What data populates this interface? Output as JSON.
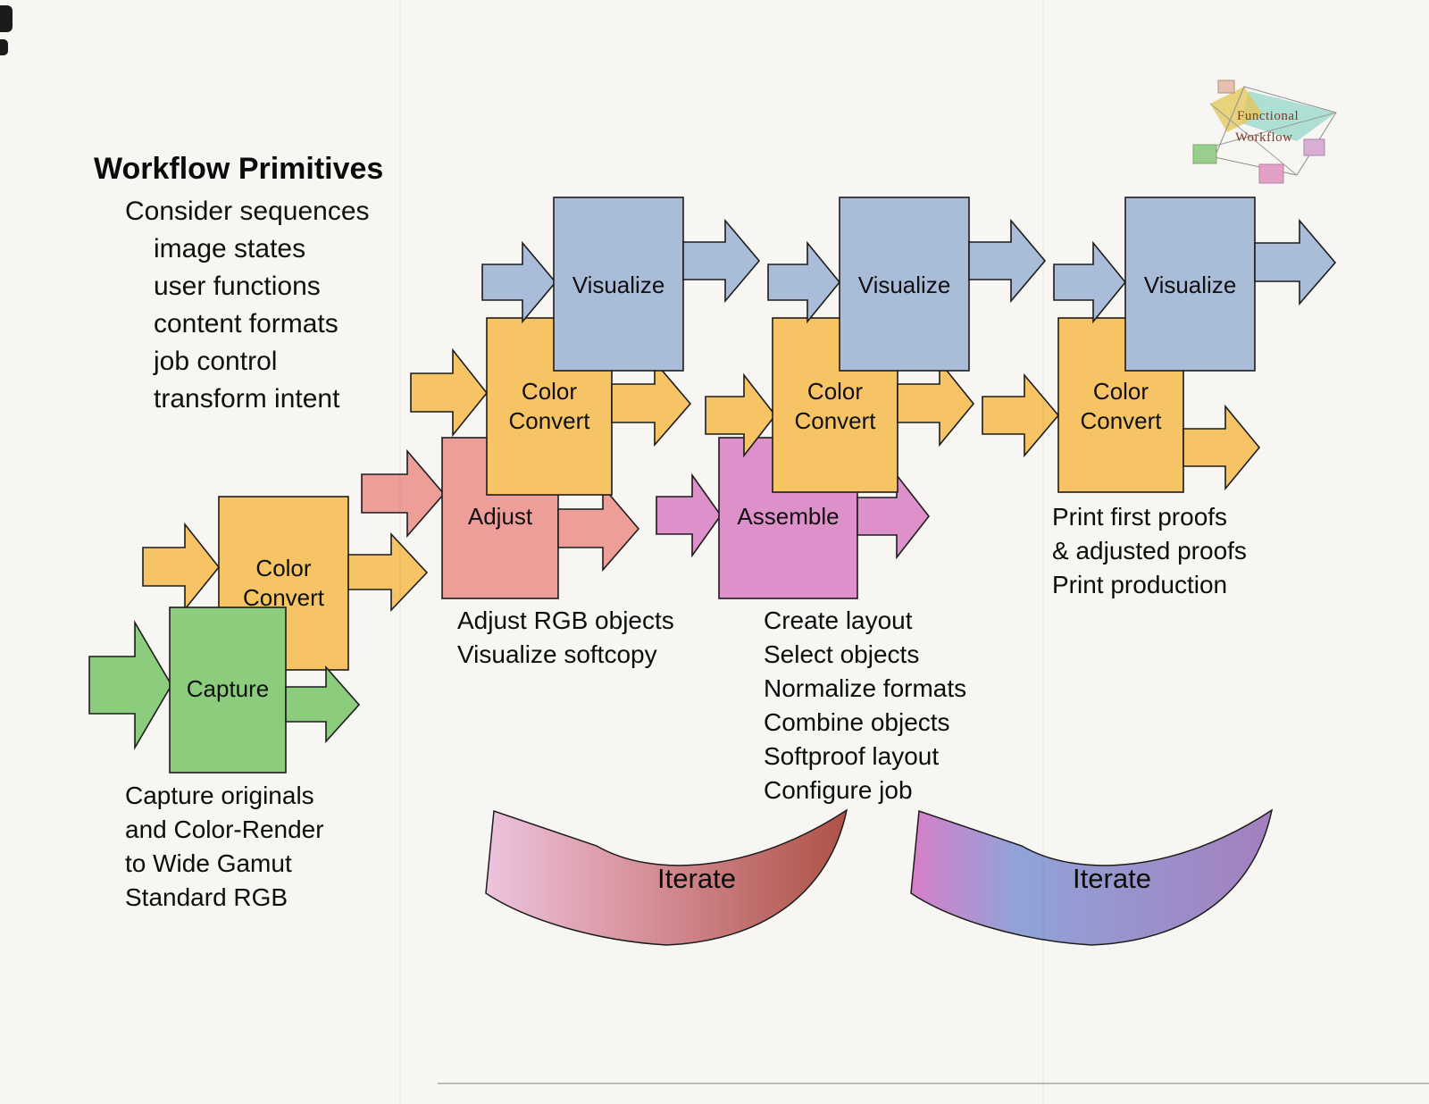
{
  "title": "Workflow Primitives",
  "intro": [
    "Consider sequences",
    "image states",
    "user functions",
    "content formats",
    "job control",
    "transform intent"
  ],
  "boxes": {
    "capture": "Capture",
    "color_convert": "Color\nConvert",
    "adjust": "Adjust",
    "assemble": "Assemble",
    "visualize": "Visualize"
  },
  "notes": {
    "capture": "Capture originals\nand Color-Render\nto Wide Gamut\nStandard RGB",
    "adjust": "Adjust RGB objects\nVisualize softcopy",
    "assemble": "Create layout\nSelect objects\nNormalize formats\nCombine objects\nSoftproof layout\nConfigure job",
    "print": "Print first proofs\n& adjusted proofs\nPrint production"
  },
  "iterate_label": "Iterate",
  "logo": {
    "line1": "Functional",
    "line2": "Workflow"
  },
  "colors": {
    "green": "#8ccd7d",
    "orange": "#f6c465",
    "salmon": "#ee9e99",
    "blue": "#a9bdd9",
    "magenta": "#dd90c9",
    "iterate_left_head": "#ecc3de",
    "iterate_left_mid": "#dc9aa6",
    "iterate_left_tail": "#ae5247",
    "iterate_right_head": "#d77fc8",
    "iterate_right_mid": "#90a3d8",
    "iterate_right_tail": "#a47fbe"
  }
}
